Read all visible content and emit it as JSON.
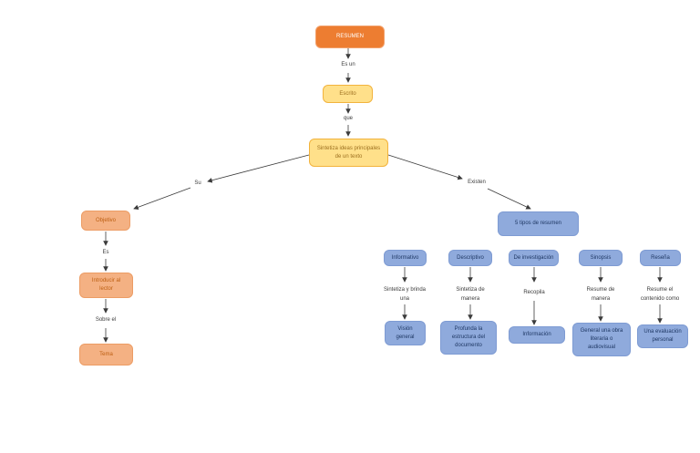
{
  "diagram": {
    "title_node": "RESUMEN",
    "colors": {
      "root_fill": "#ED7D31",
      "gold_fill": "#FFE08A",
      "salmon_fill": "#F4B183",
      "blue_fill": "#8FAADC",
      "blue_text": "#1F3864",
      "salmon_text": "#BC5E11",
      "line": "#3b3b3b"
    },
    "nodes": {
      "resumen": {
        "label": "RESUMEN"
      },
      "escrito": {
        "label": "Escrito"
      },
      "sintetiza": {
        "label": "Sintetiza ideas principales\nde un texto"
      },
      "objetivo": {
        "label": "Objetivo"
      },
      "introducir": {
        "label": "Introducir al\nlector"
      },
      "tema": {
        "label": "Tema"
      },
      "cinco_tipos": {
        "label": "5 tipos de resumen"
      },
      "informativo": {
        "label": "Informativo"
      },
      "descriptivo": {
        "label": "Descriptivo"
      },
      "investigacion": {
        "label": "De investigación"
      },
      "sinopsis": {
        "label": "Sinopsis"
      },
      "resena": {
        "label": "Reseña"
      },
      "vision_general": {
        "label": "Visión\ngeneral"
      },
      "profunda": {
        "label": "Profunda la\nestructura del\ndocumento"
      },
      "informacion": {
        "label": "Información"
      },
      "general_obra": {
        "label": "General una obra\nliteraria o\naudiovisual"
      },
      "evaluacion": {
        "label": "Una evaluación\npersonal"
      }
    },
    "edge_labels": {
      "es_un": "Es un",
      "que": "que",
      "su": "Su",
      "existen": "Existen",
      "es": "Es",
      "sobre_el": "Sobre el",
      "sintetiza_brinda": "Sintetiza y brinda\nuna",
      "sintetiza_manera": "Sintetiza de\nmanera",
      "recopila": "Recopila",
      "resume_manera": "Resume de\nmanera",
      "resume_contenido": "Resume el\ncontenido como"
    }
  }
}
